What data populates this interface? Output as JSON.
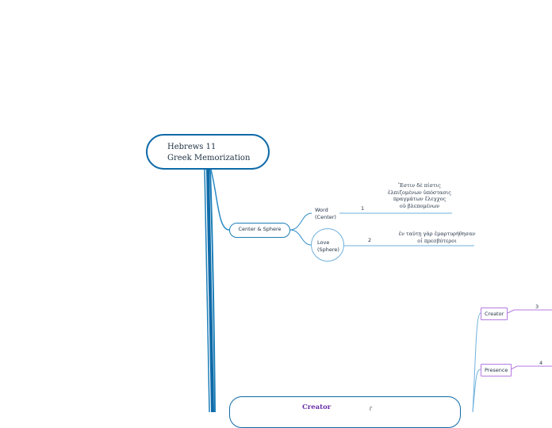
{
  "root": {
    "line1": "Hebrews 11",
    "line2": "Greek Memorization"
  },
  "center_sphere": {
    "label": "Center & Sphere",
    "word": {
      "line1": "Word",
      "line2": "(Center)",
      "number": "1",
      "greek": [
        "Ἔστιν δὲ πίστις",
        "ἐλπιζομένων ὑπόστασις",
        "πραγμάτων ἔλεγχος",
        "οὐ βλεπομένων"
      ]
    },
    "love": {
      "line1": "Love",
      "line2": "(Sphere)",
      "number": "2",
      "greek": [
        "ἐν ταύτῃ γὰρ ἐμαρτυρήθησαν",
        "οἱ πρεσβύτεροι"
      ]
    }
  },
  "tags": {
    "creator": {
      "label": "Creator",
      "number": "3"
    },
    "presence": {
      "label": "Presence",
      "number": "4"
    }
  },
  "bottom": {
    "title": "Creator",
    "extra": "Γ"
  },
  "colors": {
    "trunk": "#0f6aa8",
    "branch": "#2b8ac6",
    "thin_branch": "#6fb1dd",
    "tag_border": "#b57be0",
    "bottom_title": "#6a2ea8"
  }
}
